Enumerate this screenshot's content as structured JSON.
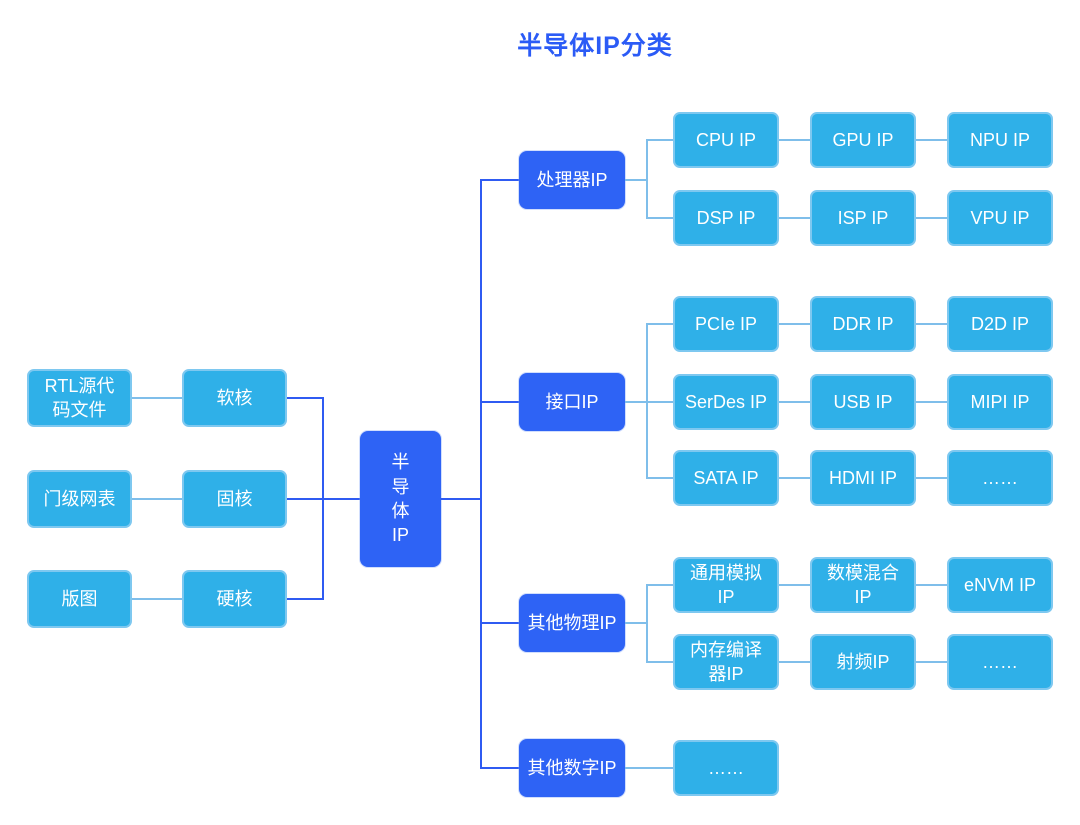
{
  "title": "半导体IP分类",
  "colors": {
    "title": "#2B5BF6",
    "primary_fill": "#2E63F5",
    "light_fill": "#2FB0E8",
    "light_border": "#7EC8F0",
    "dark_line": "#2F5BF2",
    "light_line": "#7FBEEA",
    "text": "#FFFFFF"
  },
  "root": {
    "label": "半导体IP"
  },
  "left": {
    "pairs": [
      {
        "source": "RTL源代码文件",
        "core": "软核"
      },
      {
        "source": "门级网表",
        "core": "固核"
      },
      {
        "source": "版图",
        "core": "硬核"
      }
    ]
  },
  "branches": [
    {
      "label": "处理器IP",
      "rows": [
        [
          "CPU IP",
          "GPU IP",
          "NPU IP"
        ],
        [
          "DSP IP",
          "ISP IP",
          "VPU IP"
        ]
      ]
    },
    {
      "label": "接口IP",
      "rows": [
        [
          "PCIe IP",
          "DDR IP",
          "D2D IP"
        ],
        [
          "SerDes IP",
          "USB IP",
          "MIPI IP"
        ],
        [
          "SATA IP",
          "HDMI IP",
          "……"
        ]
      ]
    },
    {
      "label": "其他物理IP",
      "rows": [
        [
          "通用模拟IP",
          "数模混合IP",
          "eNVM IP"
        ],
        [
          "内存编译器IP",
          "射频IP",
          "……"
        ]
      ]
    },
    {
      "label": "其他数字IP",
      "rows": [
        [
          "……"
        ]
      ]
    }
  ]
}
